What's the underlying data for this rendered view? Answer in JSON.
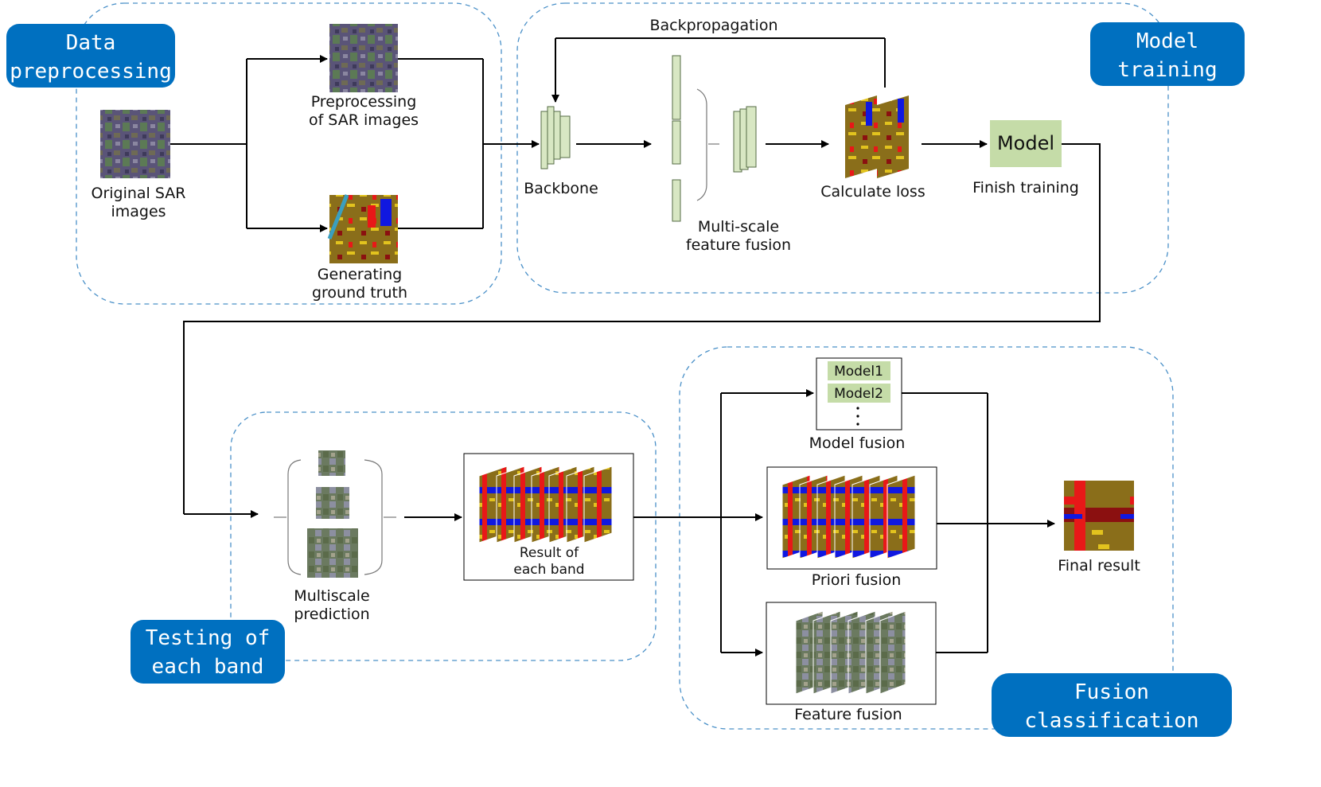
{
  "sections": {
    "preprocessing": "Data preprocessing",
    "preprocessing_lines": [
      "Data",
      "preprocessing"
    ],
    "training_lines": [
      "Model",
      "training"
    ],
    "testing_lines": [
      "Testing of",
      "each band"
    ],
    "fusion_lines": [
      "Fusion",
      "classification"
    ]
  },
  "labels": {
    "original": [
      "Original SAR",
      "images"
    ],
    "preprocess": [
      "Preprocessing",
      "of SAR images"
    ],
    "ground_truth": [
      "Generating",
      "ground truth"
    ],
    "backpropagation": "Backpropagation",
    "backbone": "Backbone",
    "multiscale_fusion": [
      "Multi-scale",
      "feature fusion"
    ],
    "calculate_loss": "Calculate loss",
    "model": "Model",
    "finish_training": "Finish training",
    "multiscale_prediction": [
      "Multiscale",
      "prediction"
    ],
    "result_each_band": [
      "Result of",
      "each band"
    ],
    "model1": "Model1",
    "model2": "Model2",
    "model_fusion": "Model fusion",
    "priori_fusion": "Priori fusion",
    "feature_fusion": "Feature fusion",
    "final_result": "Final result"
  },
  "colors": {
    "badge": "#0070c0",
    "dashed_border": "#4a90c8",
    "model_box": "#c5dca8",
    "map_olive": "#8a6e1a",
    "map_red": "#e81818",
    "map_blue": "#1018e0",
    "map_yellow": "#e2c31e",
    "map_darkred": "#8b1010",
    "sar_purple": "#5a5478",
    "sar_green": "#5c7a55"
  }
}
